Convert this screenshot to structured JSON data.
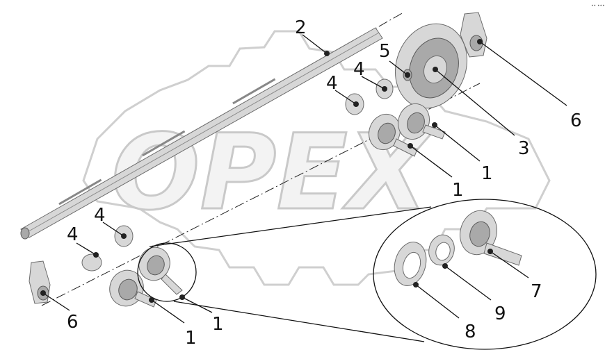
{
  "watermark": {
    "text": "OPEX"
  },
  "corner_mark": "•• •••",
  "callouts": [
    {
      "id": "c2",
      "label": "2"
    },
    {
      "id": "c5",
      "label": "5"
    },
    {
      "id": "c4a",
      "label": "4"
    },
    {
      "id": "c4b",
      "label": "4"
    },
    {
      "id": "c6a",
      "label": "6"
    },
    {
      "id": "c3",
      "label": "3"
    },
    {
      "id": "c1a",
      "label": "1"
    },
    {
      "id": "c1b",
      "label": "1"
    },
    {
      "id": "c4c",
      "label": "4"
    },
    {
      "id": "c4d",
      "label": "4"
    },
    {
      "id": "c6b",
      "label": "6"
    },
    {
      "id": "c1c",
      "label": "1"
    },
    {
      "id": "c1d",
      "label": "1"
    },
    {
      "id": "c7",
      "label": "7"
    },
    {
      "id": "c8",
      "label": "8"
    },
    {
      "id": "c9",
      "label": "9"
    }
  ]
}
